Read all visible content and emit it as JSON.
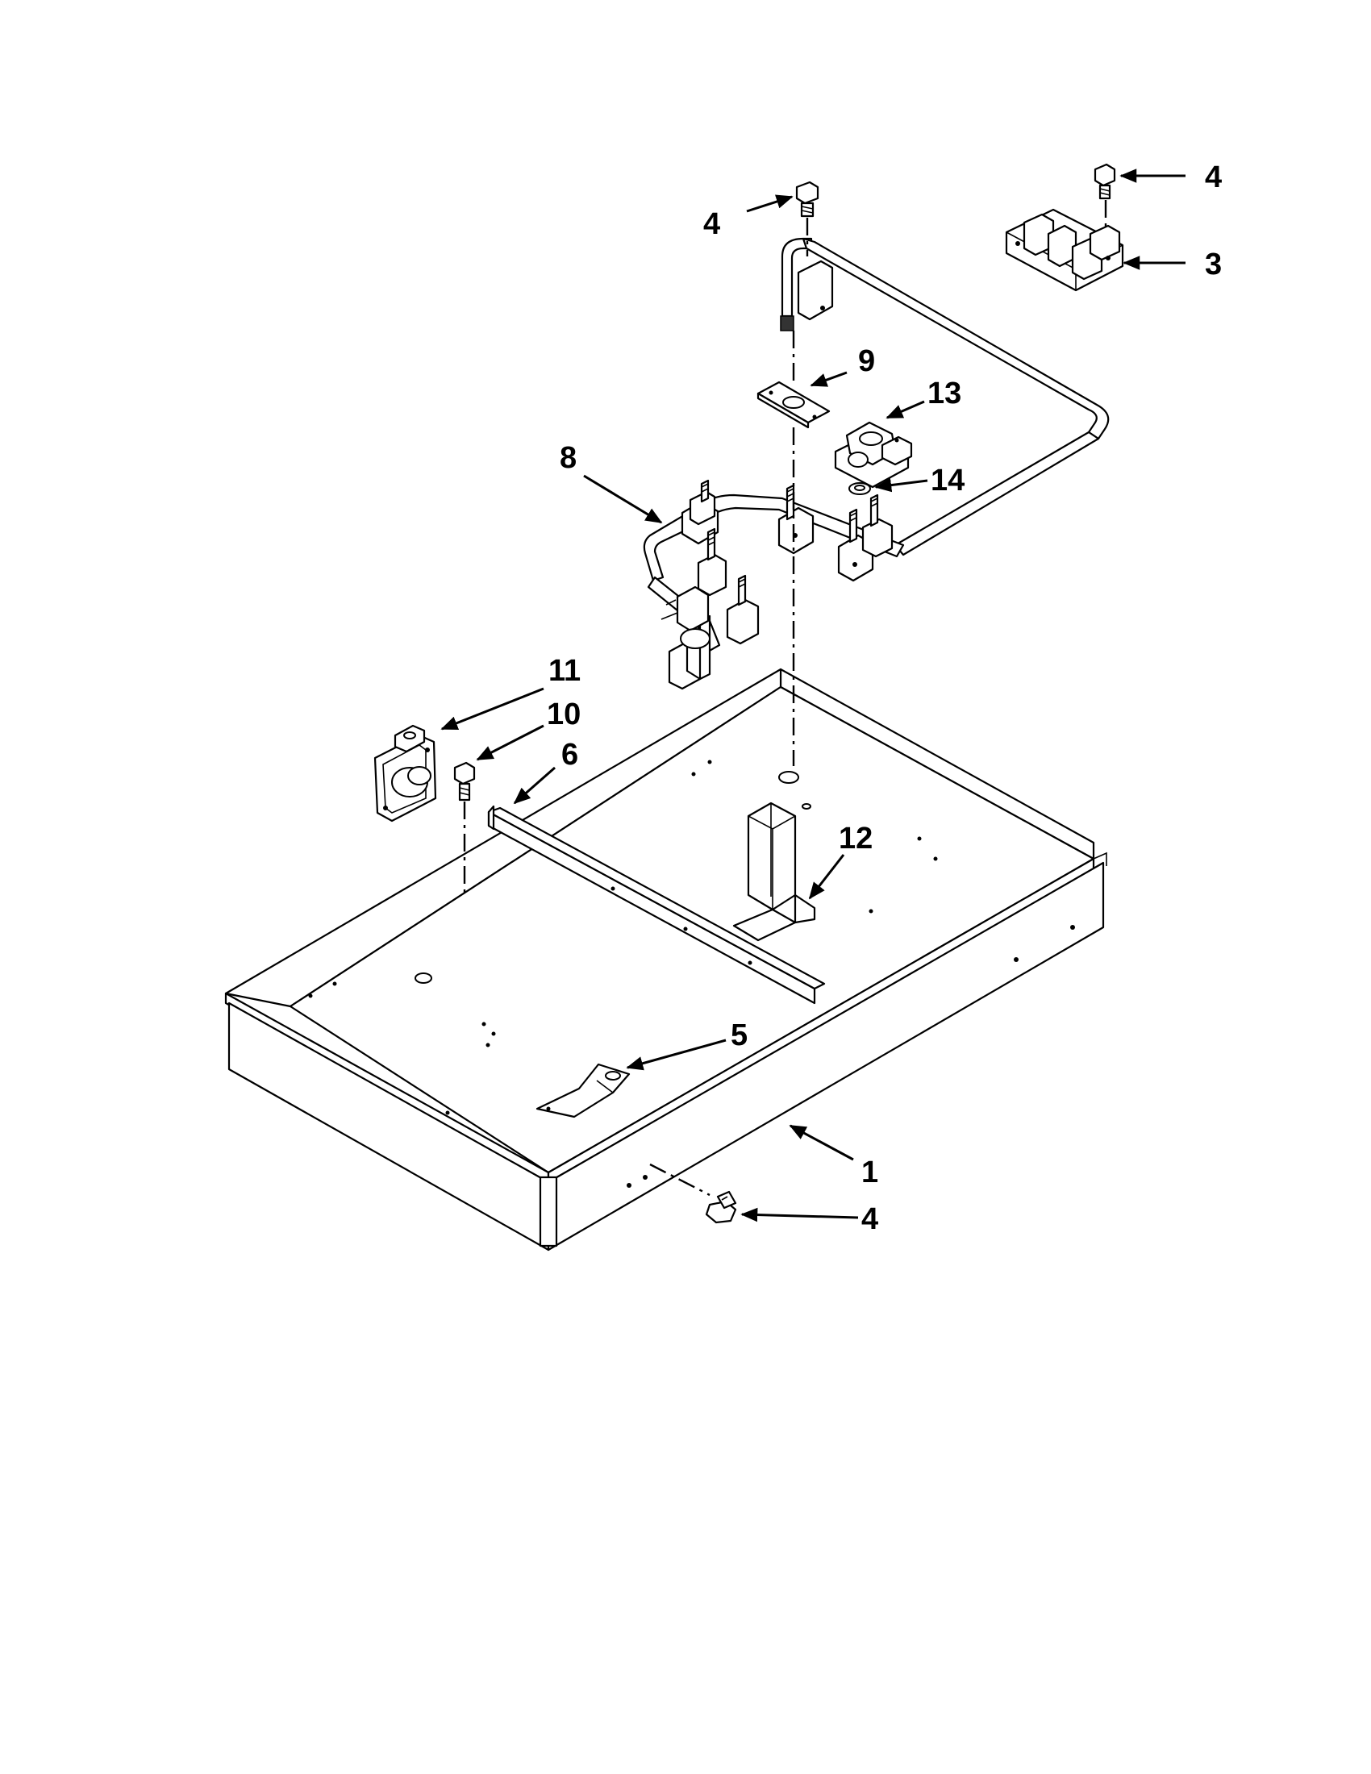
{
  "callouts": {
    "c1": "1",
    "c3": "3",
    "c4_top_center": "4",
    "c4_top_right": "4",
    "c4_bottom": "4",
    "c5": "5",
    "c6": "6",
    "c8": "8",
    "c9": "9",
    "c10": "10",
    "c11": "11",
    "c12": "12",
    "c13": "13",
    "c14": "14"
  },
  "colors": {
    "line": "#000000",
    "background": "#ffffff"
  }
}
